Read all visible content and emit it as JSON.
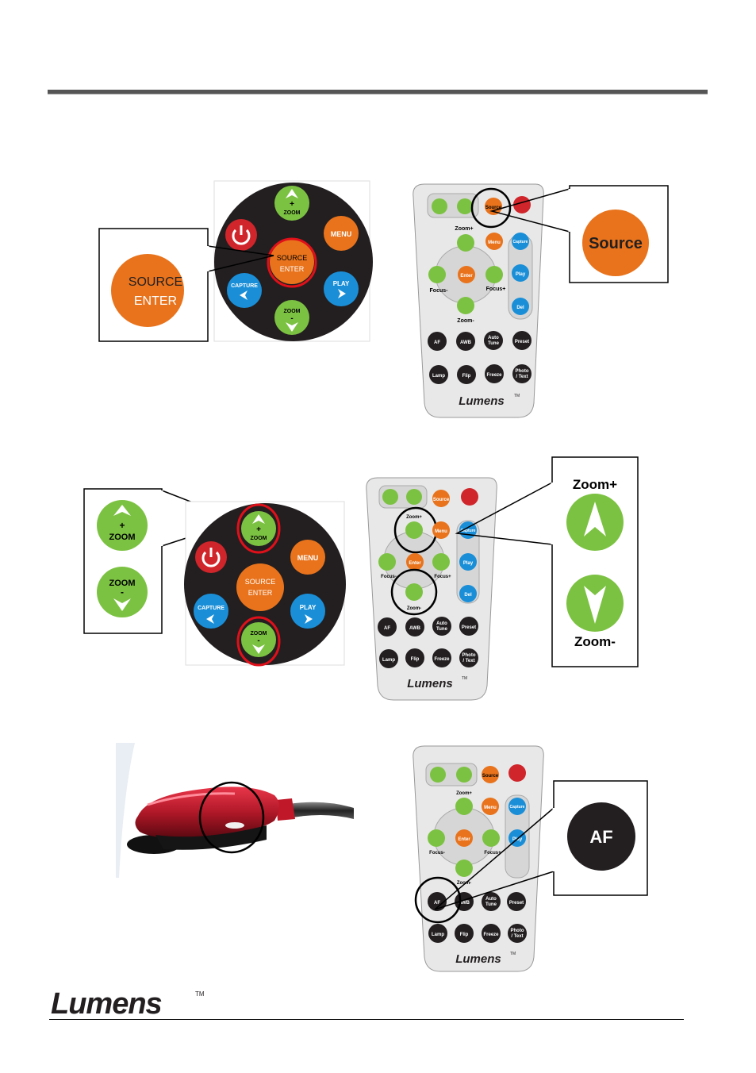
{
  "control_panel": {
    "power": "",
    "zoom_plus": {
      "symbol": "+",
      "label": "ZOOM"
    },
    "menu": "MENU",
    "source_enter": {
      "line1": "SOURCE",
      "line2": "ENTER"
    },
    "capture": "CAPTURE",
    "play": "PLAY",
    "zoom_minus": {
      "label": "ZOOM",
      "symbol": "-"
    }
  },
  "remote": {
    "source": "Source",
    "menu": "Menu",
    "capture": "Capture",
    "play": "Play",
    "del": "Del",
    "enter": "Enter",
    "zoom_plus": "Zoom+",
    "zoom_minus": "Zoom-",
    "focus_minus": "Focus-",
    "focus_plus": "Focus+",
    "af": "AF",
    "awb": "AWB",
    "auto_tune_1": "Auto",
    "auto_tune_2": "Tune",
    "preset": "Preset",
    "lamp": "Lamp",
    "flip": "Flip",
    "freeze": "Freeze",
    "photo_text_1": "Photo",
    "photo_text_2": "/ Text",
    "brand": "Lumens",
    "tm": "TM"
  },
  "callouts": {
    "source_big": "Source",
    "source_enter_1": "SOURCE",
    "source_enter_2": "ENTER",
    "zoom_plus_big": "Zoom+",
    "zoom_minus_big": "Zoom-",
    "zoom_plus_small": {
      "symbol": "+",
      "label": "ZOOM"
    },
    "zoom_minus_small": {
      "label": "ZOOM",
      "symbol": "-"
    },
    "af_big": "AF"
  },
  "footer": {
    "brand": "Lumens",
    "tm": "TM"
  },
  "colors": {
    "orange": "#e8731c",
    "green": "#7cc242",
    "blue": "#1a8fd8",
    "red": "#d0252a",
    "panel": "#231f20",
    "highlight": "#e0101a"
  }
}
